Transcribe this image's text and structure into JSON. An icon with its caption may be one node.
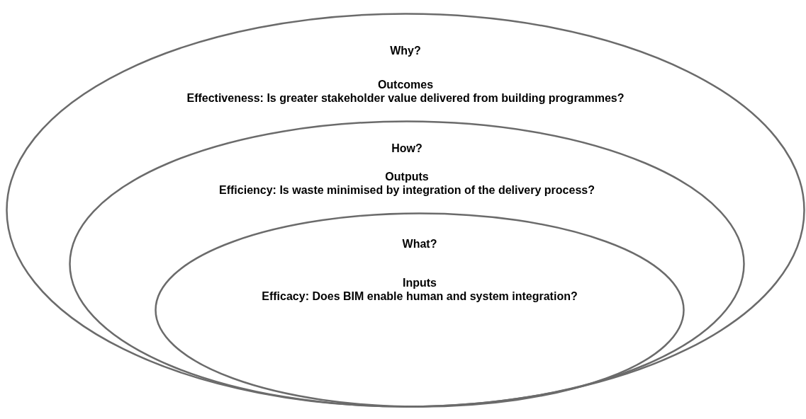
{
  "diagram": {
    "nodes": [
      {
        "text": [
          "Why?",
          "Outcomes",
          "Effectiveness: Is greater stakeholder value delivered from building programmes?"
        ]
      },
      {
        "text": [
          "How?",
          "Outputs",
          "Efficiency: Is waste minimised by integration of the delivery process?"
        ],
        "in": 0
      },
      {
        "text": [
          "What?",
          "Inputs",
          "Efficacy: Does BIM enable human and system integration?"
        ],
        "in": 1
      }
    ]
  }
}
